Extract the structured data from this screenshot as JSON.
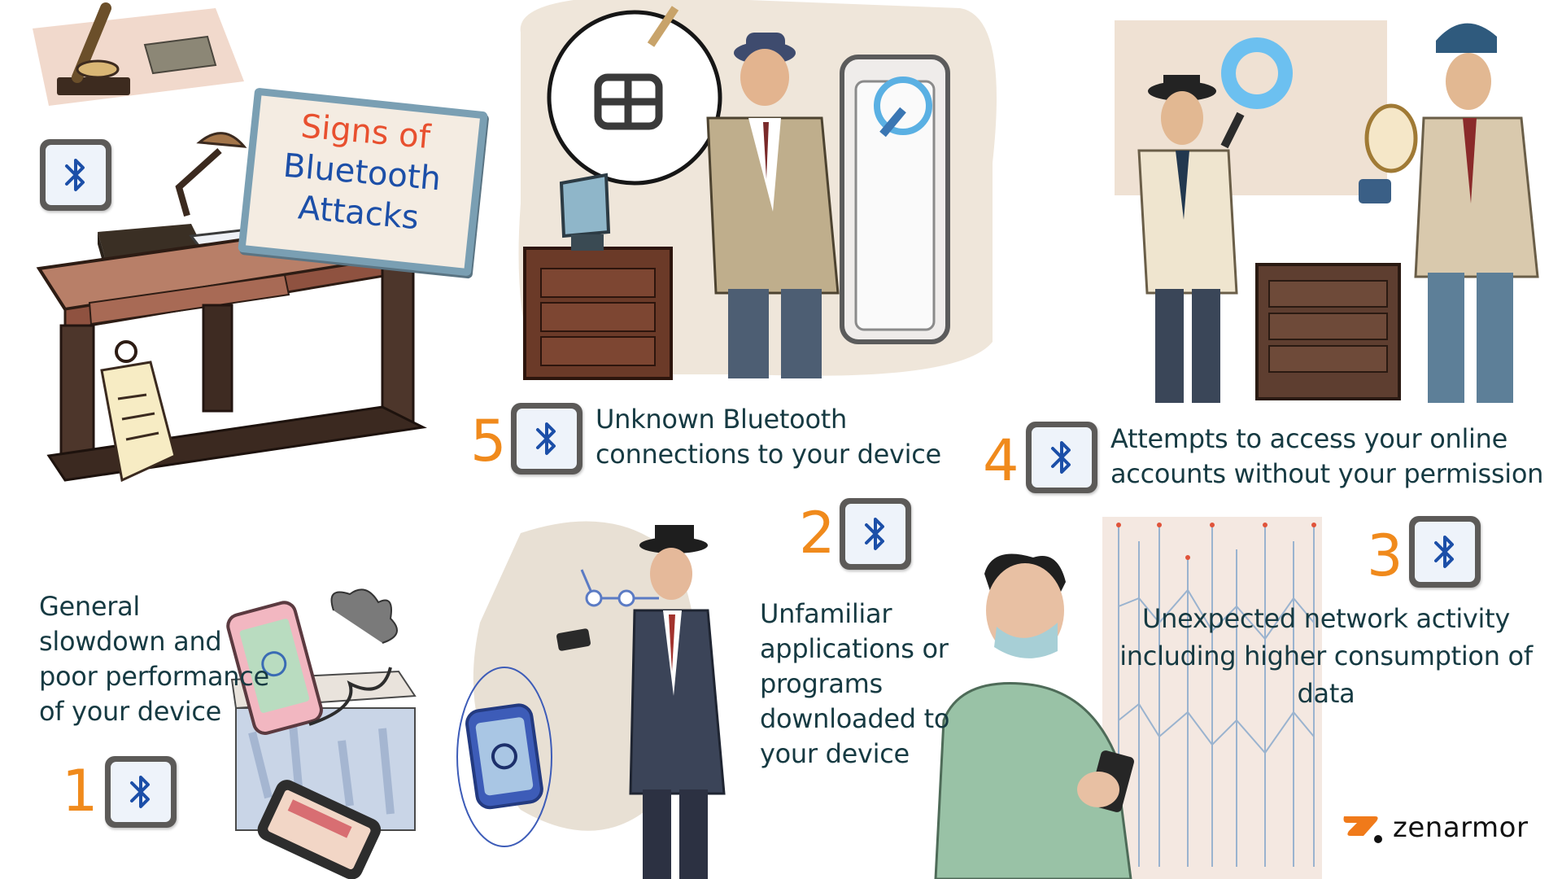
{
  "title": {
    "line1": "Signs of",
    "line2": "Bluetooth",
    "line3": "Attacks"
  },
  "items": [
    {
      "number": "1",
      "lines": [
        "General",
        "slowdown and",
        "poor performance",
        "of your device"
      ]
    },
    {
      "number": "2",
      "lines": [
        "Unfamiliar",
        "applications or",
        "programs",
        "downloaded to",
        "your device"
      ]
    },
    {
      "number": "3",
      "lines": [
        "Unexpected network activity",
        "including higher consumption of",
        "data"
      ]
    },
    {
      "number": "4",
      "lines": [
        "Attempts to access your online",
        "accounts without your permission"
      ]
    },
    {
      "number": "5",
      "lines": [
        "Unknown Bluetooth",
        "connections to your device"
      ]
    }
  ],
  "brand": {
    "name": "zenarmor"
  },
  "colors": {
    "accent": "#f08a1c",
    "text": "#163a42",
    "bluetooth": "#1c4fa8",
    "title_red": "#e8502f"
  },
  "icons": [
    "bluetooth-icon",
    "zenarmor-logo"
  ]
}
